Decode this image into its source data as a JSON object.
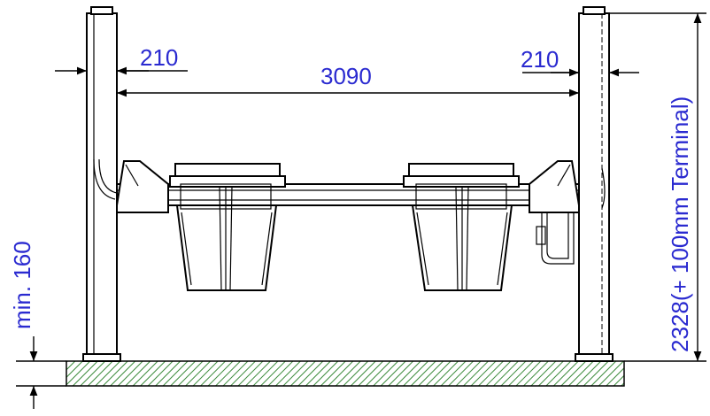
{
  "drawing": {
    "colors": {
      "dimension_text": "#2a2ad0",
      "line": "#000000",
      "ground_hatch": "#3a8a3a"
    },
    "dimensions": {
      "left_post_width": "210",
      "inner_width": "3090",
      "right_post_width": "210",
      "min_height": "min. 160",
      "total_height": "2328(+ 100mm Terminal)"
    }
  }
}
